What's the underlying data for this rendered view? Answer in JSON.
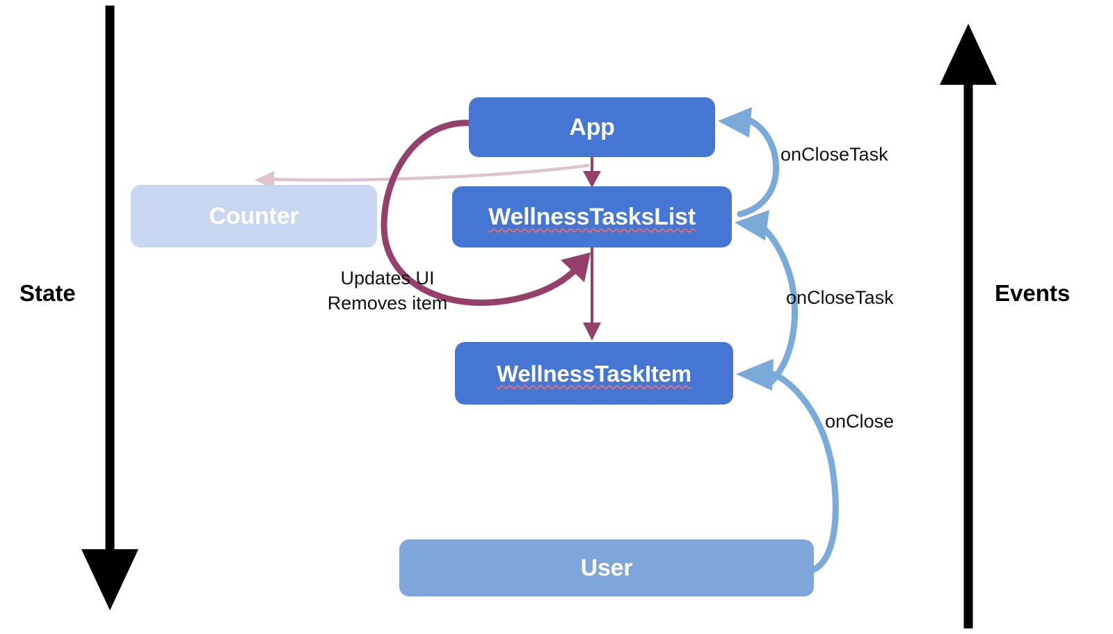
{
  "diagram": {
    "title": "React unidirectional data flow - state down, events up",
    "background": "#ffffff",
    "axes": {
      "state": {
        "label": "State",
        "direction": "down",
        "color": "#000000"
      },
      "events": {
        "label": "Events",
        "direction": "up",
        "color": "#000000"
      }
    },
    "nodes": [
      {
        "id": "app",
        "label": "App",
        "fill": "#4676d4",
        "text_color": "#ffffff",
        "misspelled": false
      },
      {
        "id": "counter",
        "label": "Counter",
        "fill": "#c8d6f2",
        "text_color": "#ffffff",
        "misspelled": false
      },
      {
        "id": "wellness_tasks_list",
        "label": "WellnessTasksList",
        "fill": "#4676d4",
        "text_color": "#ffffff",
        "misspelled": true
      },
      {
        "id": "wellness_task_item",
        "label": "WellnessTaskItem",
        "fill": "#4676d4",
        "text_color": "#ffffff",
        "misspelled": true
      },
      {
        "id": "user",
        "label": "User",
        "fill": "#7ea6da",
        "text_color": "#ffffff",
        "misspelled": false
      }
    ],
    "edges": [
      {
        "id": "app-to-list",
        "from": "app",
        "to": "wellness_tasks_list",
        "label": "",
        "color": "#94406b",
        "style": "straight-down"
      },
      {
        "id": "list-to-item",
        "from": "wellness_tasks_list",
        "to": "wellness_task_item",
        "label": "",
        "color": "#94406b",
        "style": "straight-down"
      },
      {
        "id": "app-to-counter",
        "from": "app",
        "to": "counter",
        "label": "",
        "color": "#dec2cf",
        "style": "curve-left-faded"
      },
      {
        "id": "updates-ui",
        "from": "app",
        "to": "wellness_tasks_list",
        "label": "Updates UI\nRemoves item",
        "color": "#94406b",
        "style": "big-loop-left"
      },
      {
        "id": "item-to-list",
        "from": "wellness_task_item",
        "to": "wellness_tasks_list",
        "label": "onCloseTask",
        "color": "#7aaada",
        "style": "curve-right"
      },
      {
        "id": "list-to-app",
        "from": "wellness_tasks_list",
        "to": "app",
        "label": "onCloseTask",
        "color": "#7aaada",
        "style": "curve-right"
      },
      {
        "id": "user-to-item",
        "from": "user",
        "to": "wellness_task_item",
        "label": "onClose",
        "color": "#7aaada",
        "style": "curve-right"
      }
    ],
    "notes": {
      "updates_ui_line1": "Updates UI",
      "updates_ui_line2": "Removes item"
    },
    "labels": {
      "on_close_task_top": "onCloseTask",
      "on_close_task_middle": "onCloseTask",
      "on_close": "onClose"
    },
    "colors": {
      "node_primary": "#4676d4",
      "node_muted": "#c8d6f2",
      "node_user": "#7ea6da",
      "edge_event": "#7aaada",
      "edge_state": "#94406b",
      "edge_state_faded": "#dec2cf",
      "axis": "#000000",
      "spellcheck_underline": "#e36f6f"
    }
  }
}
